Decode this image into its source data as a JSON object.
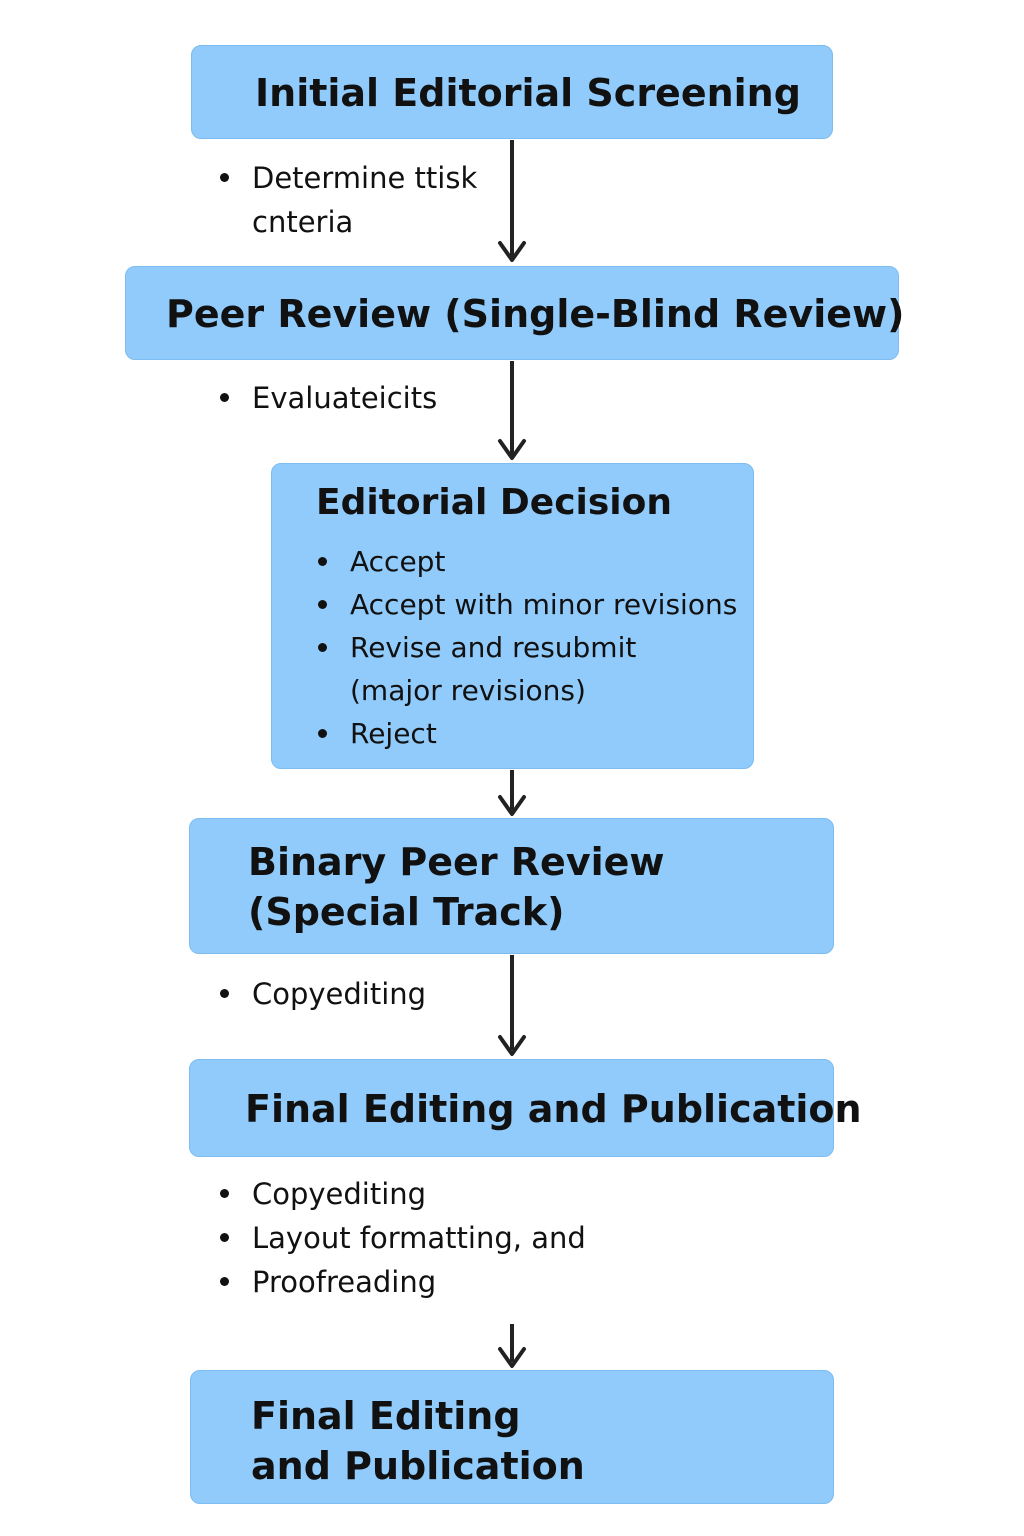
{
  "colors": {
    "box_fill": "#90cbfb",
    "box_border": "#7dbcf0",
    "arrow": "#222222",
    "text": "#111111"
  },
  "steps": [
    {
      "title": "Initial Editorial Screening",
      "notes": [
        "Determine ttisk\ncnteria"
      ]
    },
    {
      "title": "Peer Review (Single-Blind Review)",
      "notes": [
        "Evaluateicits"
      ]
    },
    {
      "title": "Editorial Decision",
      "options": [
        "Accept",
        "Accept with minor revisions",
        "Revise and resubmit\n(major revisions)",
        "Reject"
      ]
    },
    {
      "title": "Binary Peer Review\n(Special Track)",
      "notes": [
        "Copyediting"
      ]
    },
    {
      "title": "Final Editing and Publication",
      "notes": [
        "Copyediting",
        "Layout formatting, and",
        "Proofreading"
      ]
    },
    {
      "title": "Final Editing\nand Publication"
    }
  ]
}
